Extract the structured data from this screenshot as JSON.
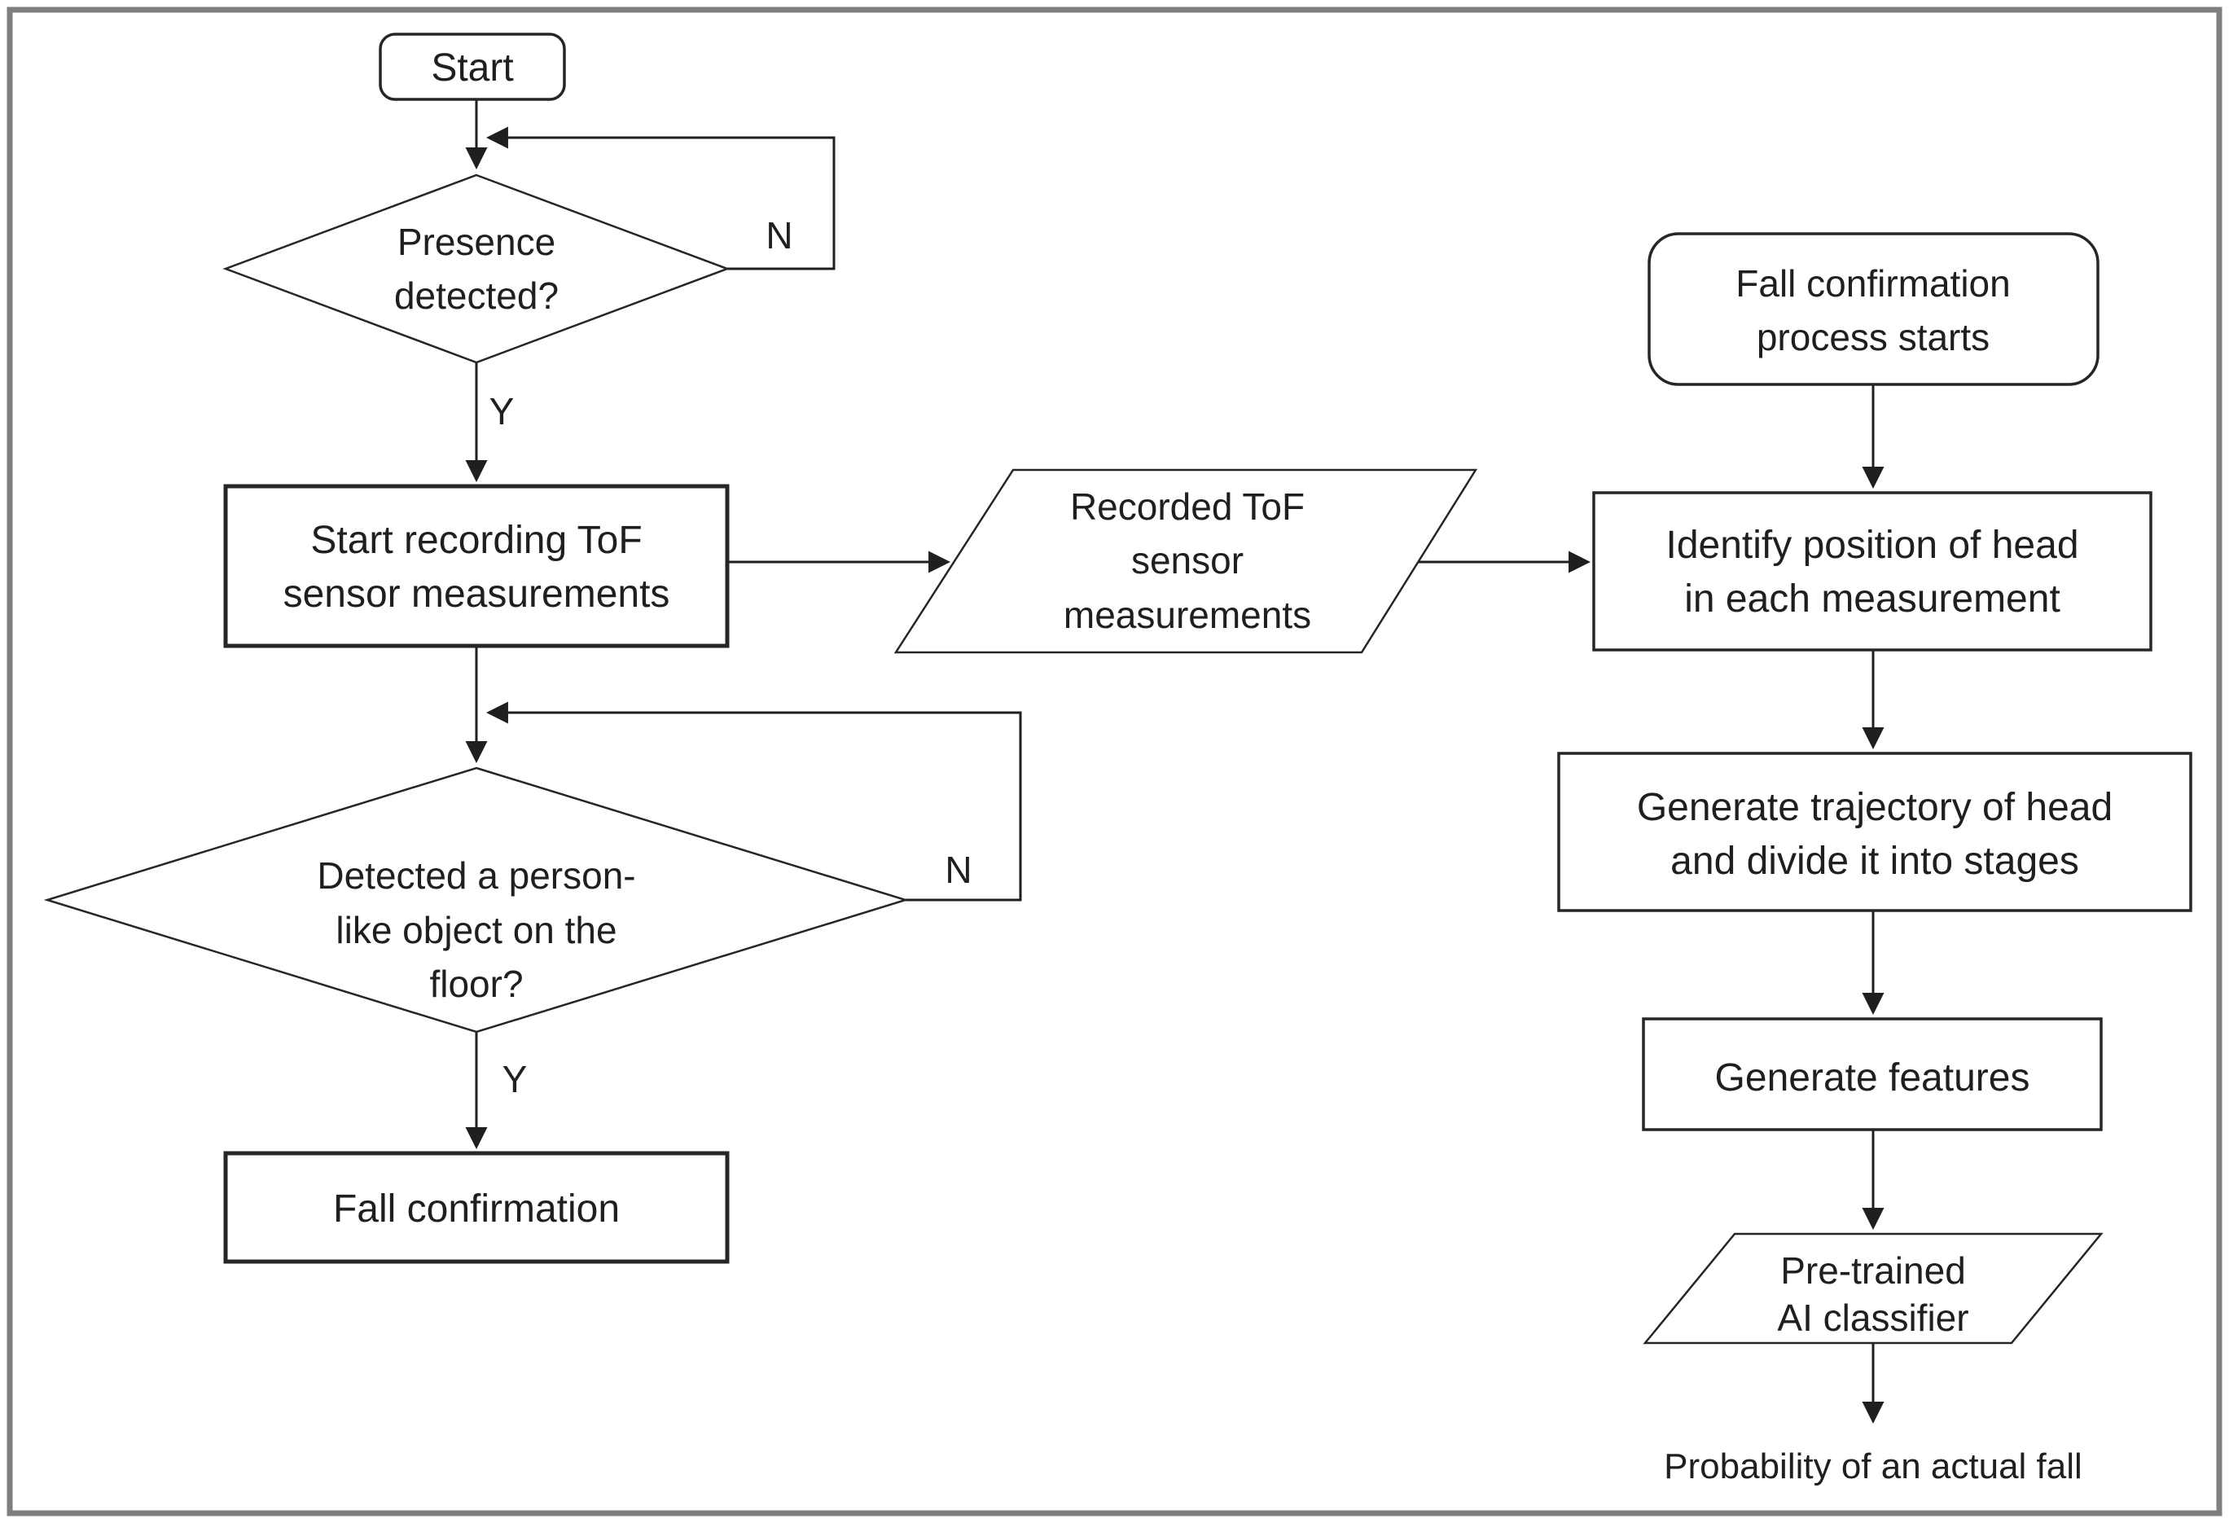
{
  "frame": {
    "border_color": "#7f7f7f",
    "background": "#ffffff"
  },
  "palette": {
    "shape_stroke": "#262626",
    "line_stroke": "#1f1f1f",
    "text_color": "#1f1f1f"
  },
  "flowchart": {
    "nodes": {
      "start": {
        "type": "terminator",
        "lines": [
          "Start"
        ]
      },
      "presence_decision": {
        "type": "decision",
        "lines": [
          "Presence",
          "detected?"
        ]
      },
      "start_recording": {
        "type": "process",
        "lines": [
          "Start recording ToF",
          "sensor measurements"
        ]
      },
      "recorded_measurements": {
        "type": "data",
        "lines": [
          "Recorded ToF",
          "sensor",
          "measurements"
        ]
      },
      "person_decision": {
        "type": "decision",
        "lines": [
          "Detected a person-",
          "like object on the",
          "floor?"
        ]
      },
      "fall_confirmation": {
        "type": "process",
        "lines": [
          "Fall confirmation"
        ]
      },
      "fall_process_starts": {
        "type": "terminator",
        "lines": [
          "Fall confirmation",
          "process starts"
        ]
      },
      "identify_head_position": {
        "type": "process",
        "lines": [
          "Identify position of head",
          "in each measurement"
        ]
      },
      "generate_trajectory": {
        "type": "process",
        "lines": [
          "Generate trajectory of head",
          "and divide it into stages"
        ]
      },
      "generate_features": {
        "type": "process",
        "lines": [
          "Generate features"
        ]
      },
      "pretrained_classifier": {
        "type": "data",
        "lines": [
          "Pre-trained",
          "AI classifier"
        ]
      },
      "probability_output": {
        "type": "output",
        "lines": [
          "Probability of an actual fall"
        ]
      }
    },
    "edge_labels": {
      "presence_yes": "Y",
      "presence_no": "N",
      "person_yes": "Y",
      "person_no": "N"
    }
  }
}
